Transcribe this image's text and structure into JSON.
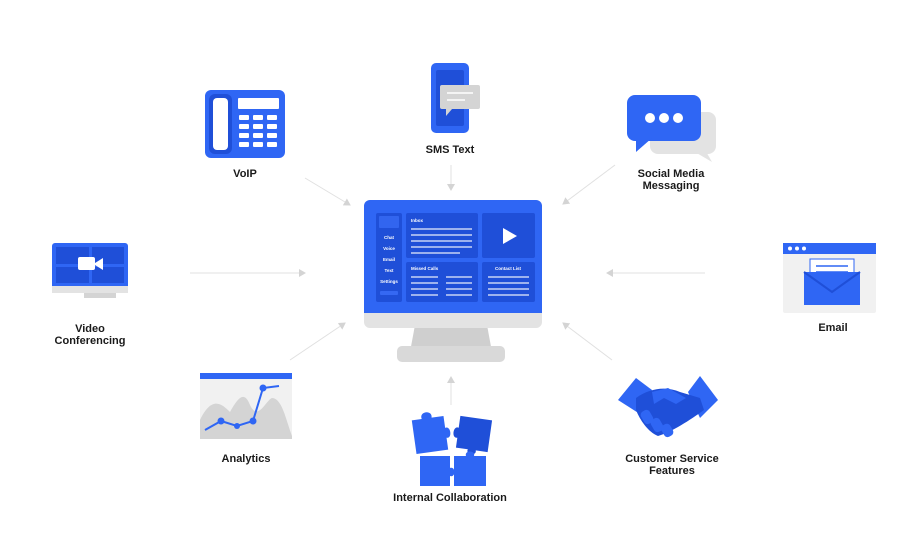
{
  "center": {
    "sidebar_items": [
      "Chat",
      "Voice",
      "Email",
      "Text",
      "Settings"
    ],
    "panel_inbox": "Inbox",
    "panel_missed": "Missed Calls",
    "panel_contacts": "Contact List"
  },
  "nodes": {
    "voip": {
      "line1": "VoIP"
    },
    "sms": {
      "line1": "SMS Text"
    },
    "social": {
      "line1": "Social Media",
      "line2": "Messaging"
    },
    "video": {
      "line1": "Video",
      "line2": "Conferencing"
    },
    "email": {
      "line1": "Email"
    },
    "analytics": {
      "line1": "Analytics"
    },
    "collab": {
      "line1": "Internal Collaboration"
    },
    "service": {
      "line1": "Customer Service",
      "line2": "Features"
    }
  },
  "colors": {
    "accent": "#2f66f4",
    "accent_dark": "#1f4fd8",
    "light_gray": "#d9d9d9",
    "arrow": "#d4d4d4"
  }
}
